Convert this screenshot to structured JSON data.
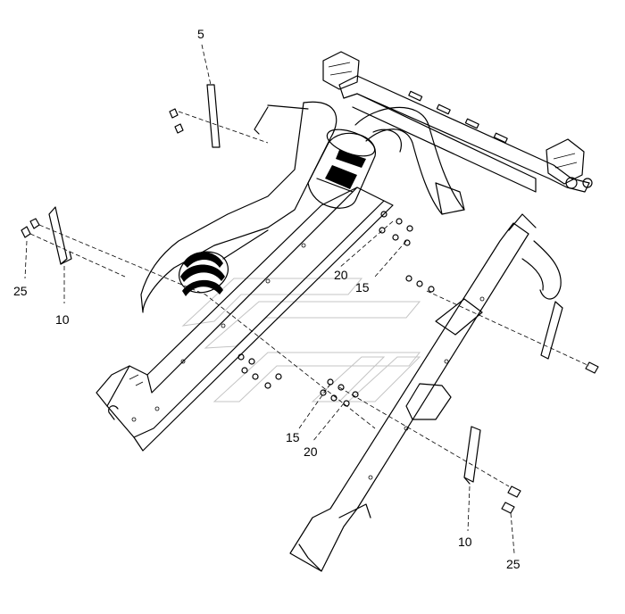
{
  "callouts": [
    {
      "id": "c5",
      "text": "5"
    },
    {
      "id": "c25a",
      "text": "25"
    },
    {
      "id": "c10a",
      "text": "10"
    },
    {
      "id": "c20a",
      "text": "20"
    },
    {
      "id": "c15a",
      "text": "15"
    },
    {
      "id": "c15b",
      "text": "15"
    },
    {
      "id": "c20b",
      "text": "20"
    },
    {
      "id": "c10b",
      "text": "10"
    },
    {
      "id": "c25b",
      "text": "25"
    }
  ]
}
